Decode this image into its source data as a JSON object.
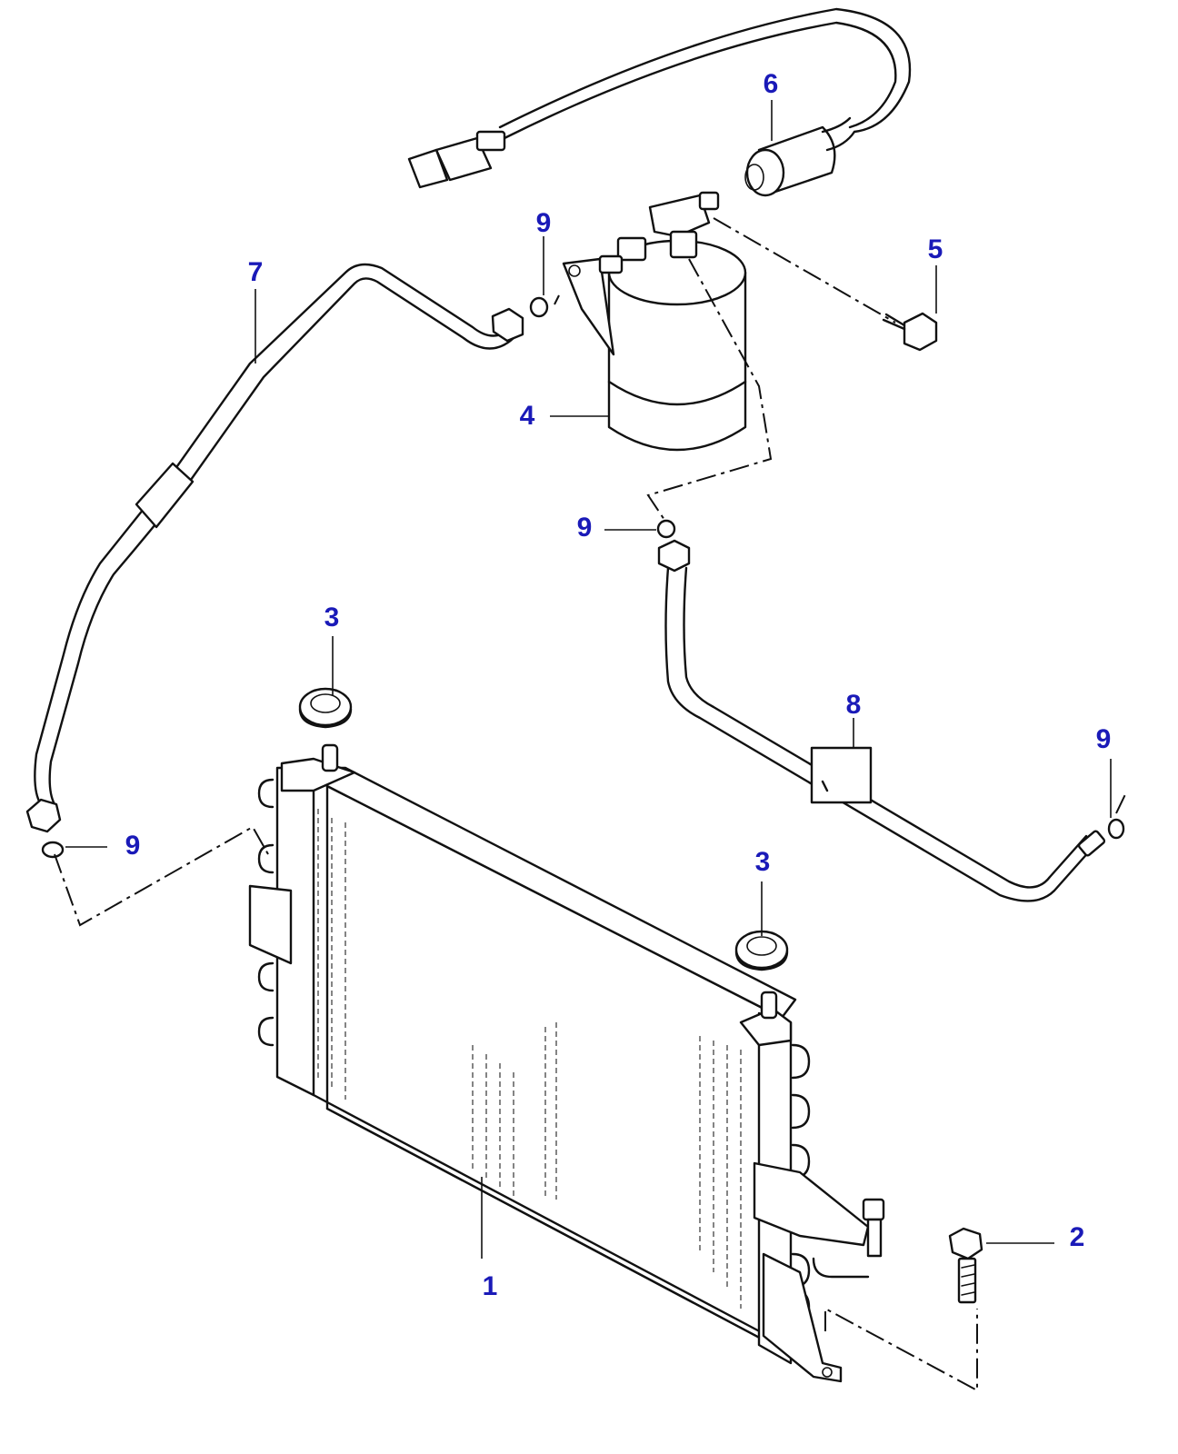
{
  "diagram": {
    "colors": {
      "callout": "#1a1ab8",
      "line": "#111111",
      "background": "#ffffff"
    },
    "callouts": {
      "condenser": "1",
      "bolt": "2",
      "grommet_left": "3",
      "grommet_right": "3",
      "receiver_dryer": "4",
      "screw": "5",
      "pressure_switch": "6",
      "hose_left": "7",
      "pipe_right": "8",
      "oring_top": "9",
      "oring_mid": "9",
      "oring_left": "9",
      "oring_right": "9"
    }
  }
}
